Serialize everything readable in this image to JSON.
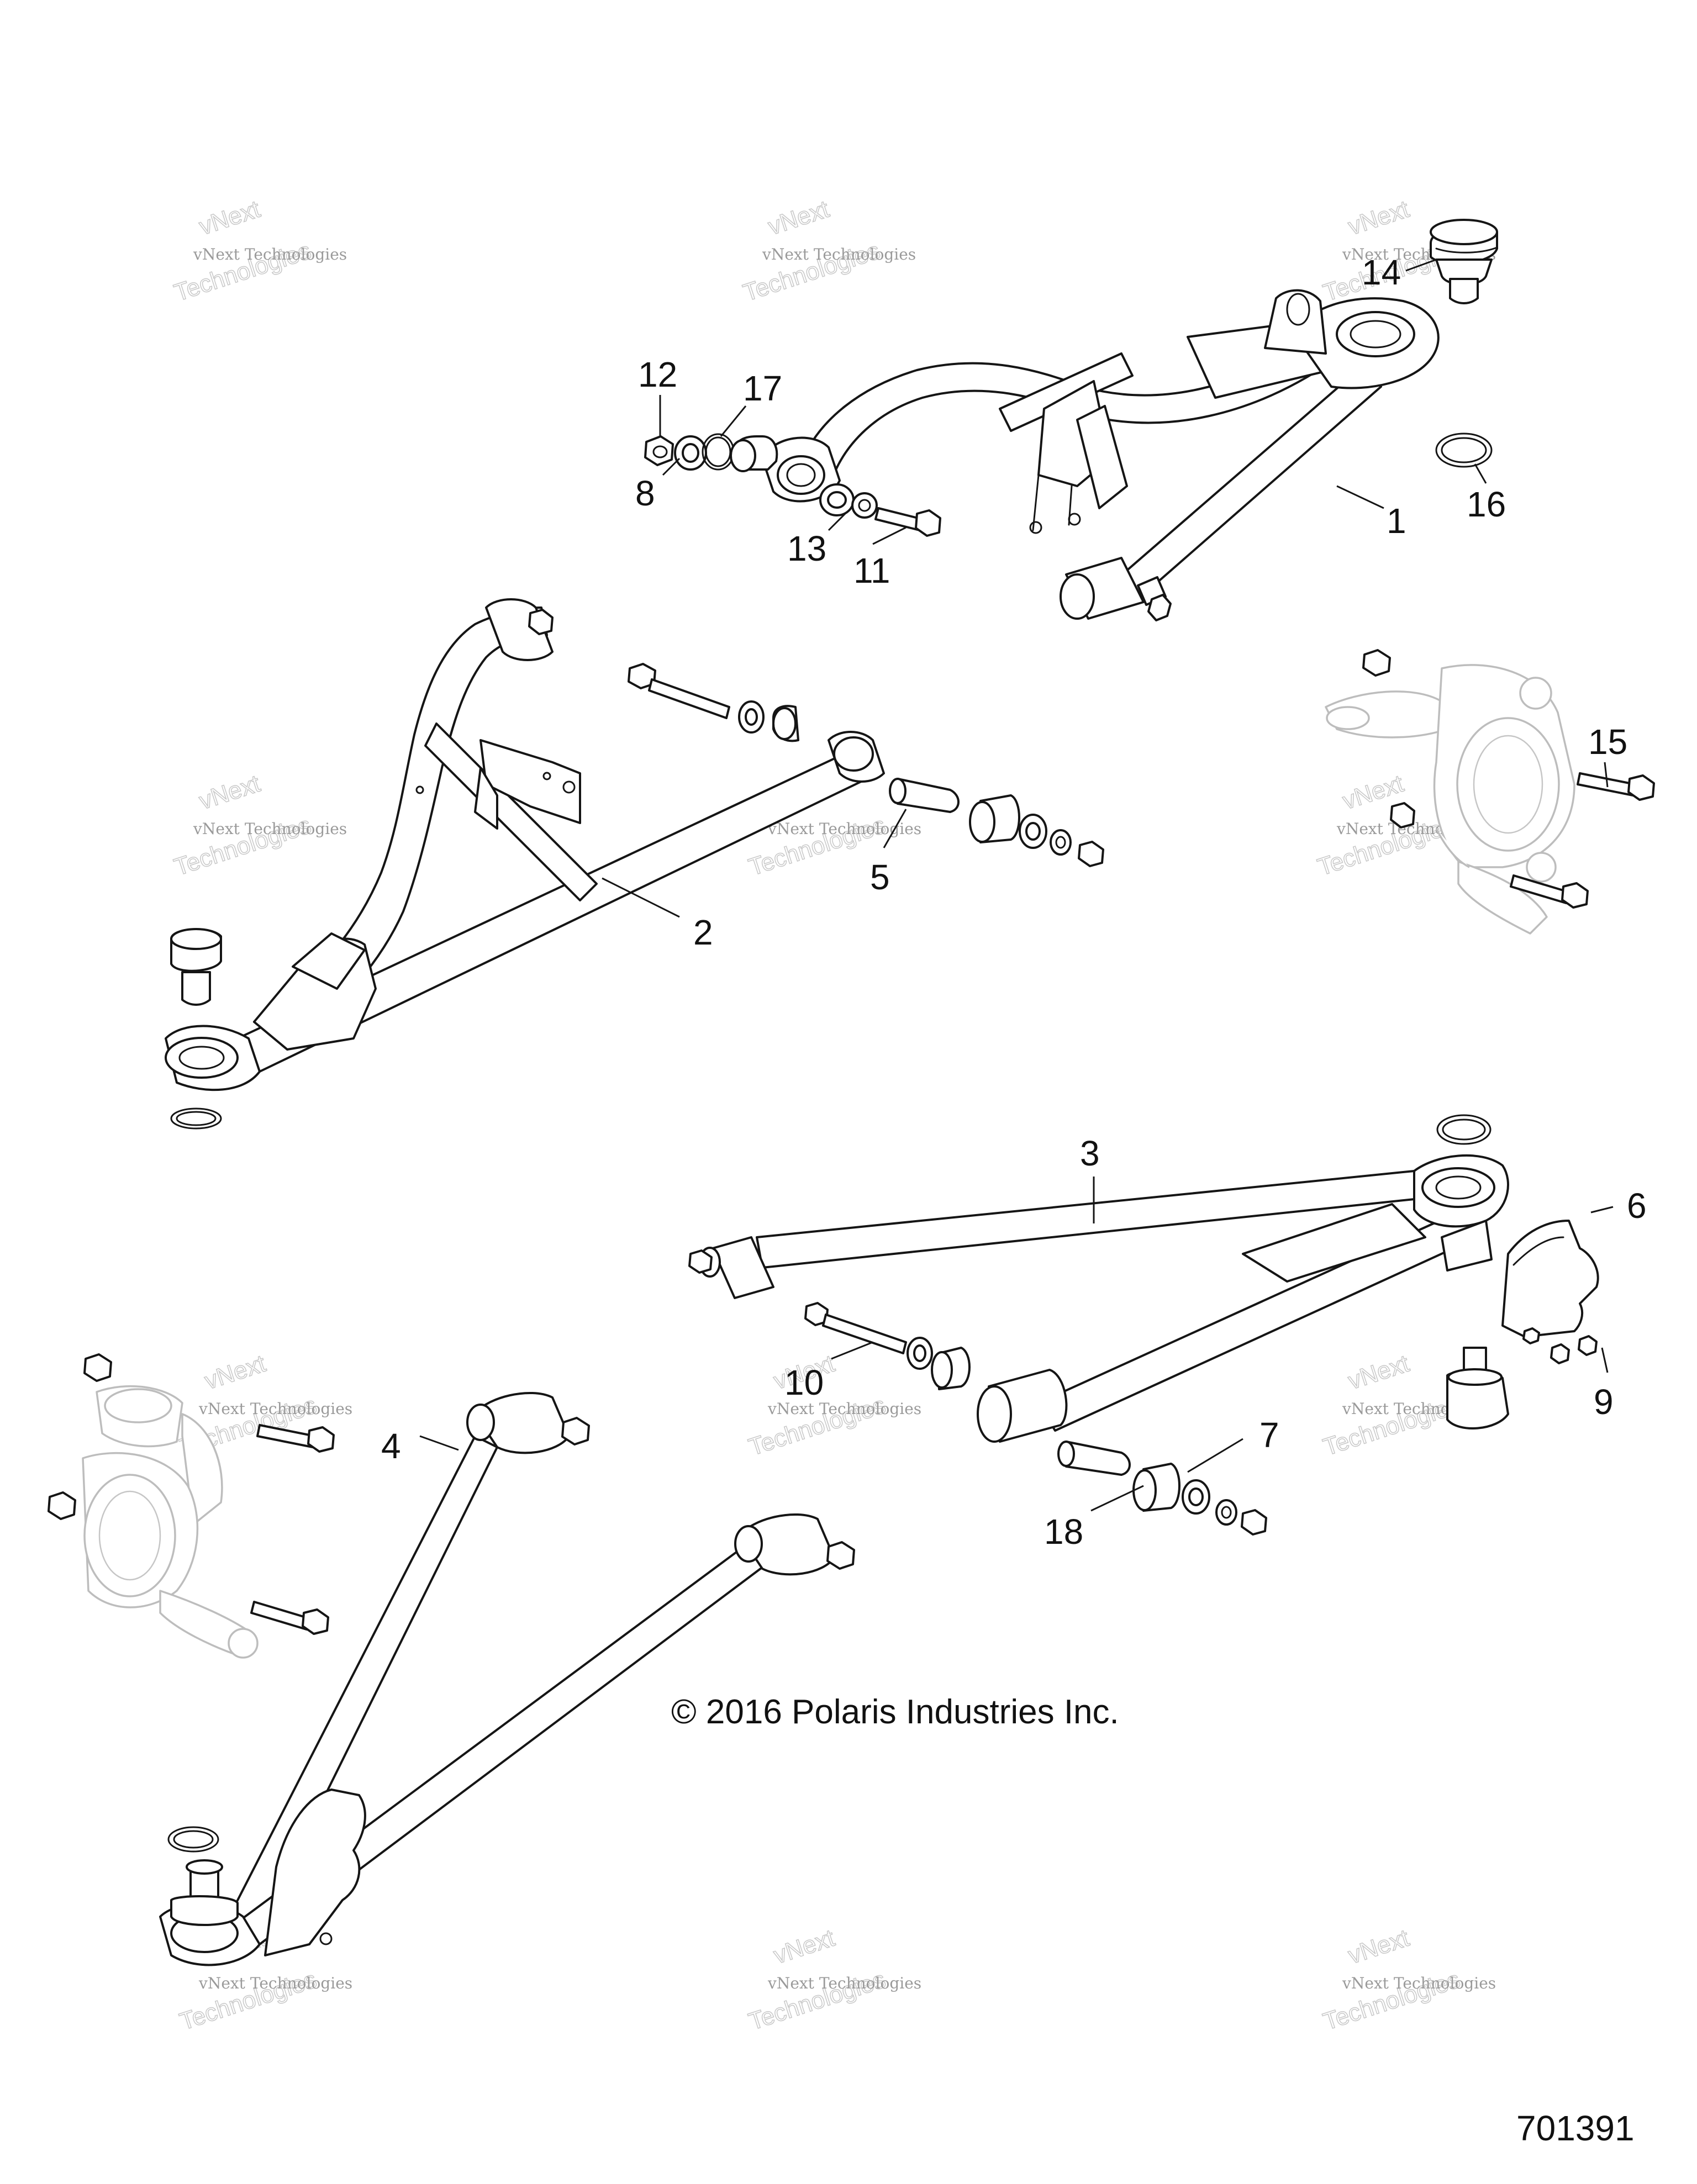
{
  "callouts": [
    {
      "id": "1",
      "text": "1"
    },
    {
      "id": "2",
      "text": "2"
    },
    {
      "id": "3",
      "text": "3"
    },
    {
      "id": "4",
      "text": "4"
    },
    {
      "id": "5",
      "text": "5"
    },
    {
      "id": "6",
      "text": "6"
    },
    {
      "id": "7",
      "text": "7"
    },
    {
      "id": "8",
      "text": "8"
    },
    {
      "id": "9",
      "text": "9"
    },
    {
      "id": "10",
      "text": "10"
    },
    {
      "id": "11",
      "text": "11"
    },
    {
      "id": "12",
      "text": "12"
    },
    {
      "id": "13",
      "text": "13"
    },
    {
      "id": "14",
      "text": "14"
    },
    {
      "id": "15",
      "text": "15"
    },
    {
      "id": "16",
      "text": "16"
    },
    {
      "id": "17",
      "text": "17"
    },
    {
      "id": "18",
      "text": "18"
    }
  ],
  "copyright": "© 2016 Polaris Industries Inc.",
  "figure_number": "701391",
  "watermark": {
    "line1": "vNext Technologies",
    "line2": "vNext",
    "line3": "Technologies"
  },
  "colors": {
    "line": "#151515",
    "ghost_part": "#bdbdbd",
    "watermark": "#9a9a9a"
  }
}
